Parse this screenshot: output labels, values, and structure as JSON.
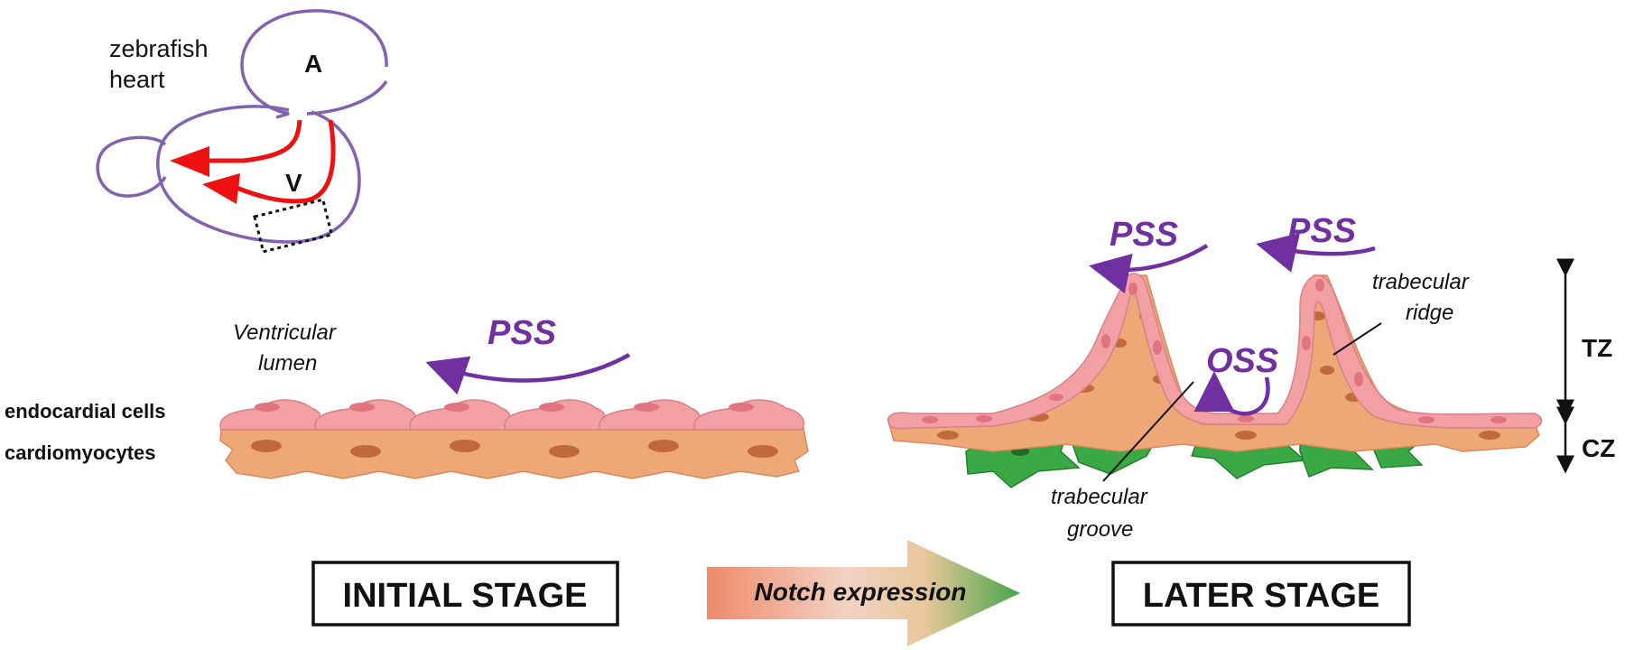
{
  "heart": {
    "label_line1": "zebrafish",
    "label_line2": "heart",
    "atrium": "A",
    "ventricle": "V"
  },
  "initial": {
    "lumen_line1": "Ventricular",
    "lumen_line2": "lumen",
    "flow": "PSS",
    "endocardial": "endocardial cells",
    "cardiomyocytes": "cardiomyocytes",
    "stage_label": "INITIAL STAGE"
  },
  "transition": {
    "label": "Notch expression"
  },
  "later": {
    "flow_left": "PSS",
    "flow_right": "PSS",
    "oscillatory": "OSS",
    "ridge_line1": "trabecular",
    "ridge_line2": "ridge",
    "groove_line1": "trabecular",
    "groove_line2": "groove",
    "zone_tz": "TZ",
    "zone_cz": "CZ",
    "stage_label": "LATER STAGE"
  },
  "colors": {
    "purple": "#7030a0",
    "red": "#ee1111",
    "endocardium": "#f2a0a4",
    "myocardium": "#eea878",
    "green": "#3aa845"
  }
}
